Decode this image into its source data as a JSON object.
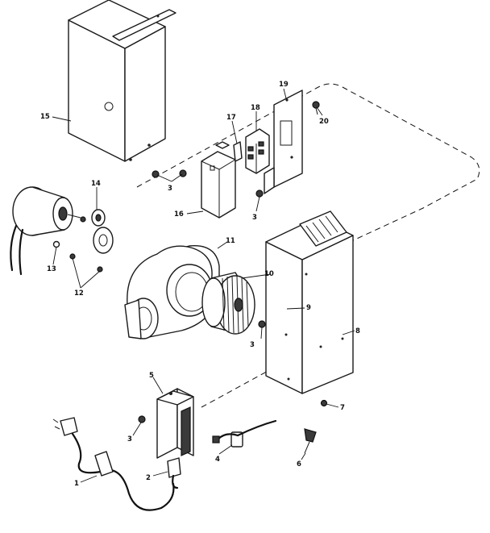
{
  "callouts": [
    {
      "id": "1",
      "label": "1"
    },
    {
      "id": "2",
      "label": "2"
    },
    {
      "id": "3a",
      "label": "3"
    },
    {
      "id": "3b",
      "label": "3"
    },
    {
      "id": "3c",
      "label": "3"
    },
    {
      "id": "3d",
      "label": "3"
    },
    {
      "id": "4",
      "label": "4"
    },
    {
      "id": "5",
      "label": "5"
    },
    {
      "id": "6",
      "label": "6"
    },
    {
      "id": "7",
      "label": "7"
    },
    {
      "id": "8",
      "label": "8"
    },
    {
      "id": "9",
      "label": "9"
    },
    {
      "id": "10",
      "label": "10"
    },
    {
      "id": "11",
      "label": "11"
    },
    {
      "id": "12",
      "label": "12"
    },
    {
      "id": "13",
      "label": "13"
    },
    {
      "id": "14",
      "label": "14"
    },
    {
      "id": "15",
      "label": "15"
    },
    {
      "id": "16",
      "label": "16"
    },
    {
      "id": "17",
      "label": "17"
    },
    {
      "id": "18",
      "label": "18"
    },
    {
      "id": "19",
      "label": "19"
    },
    {
      "id": "20",
      "label": "20"
    }
  ]
}
